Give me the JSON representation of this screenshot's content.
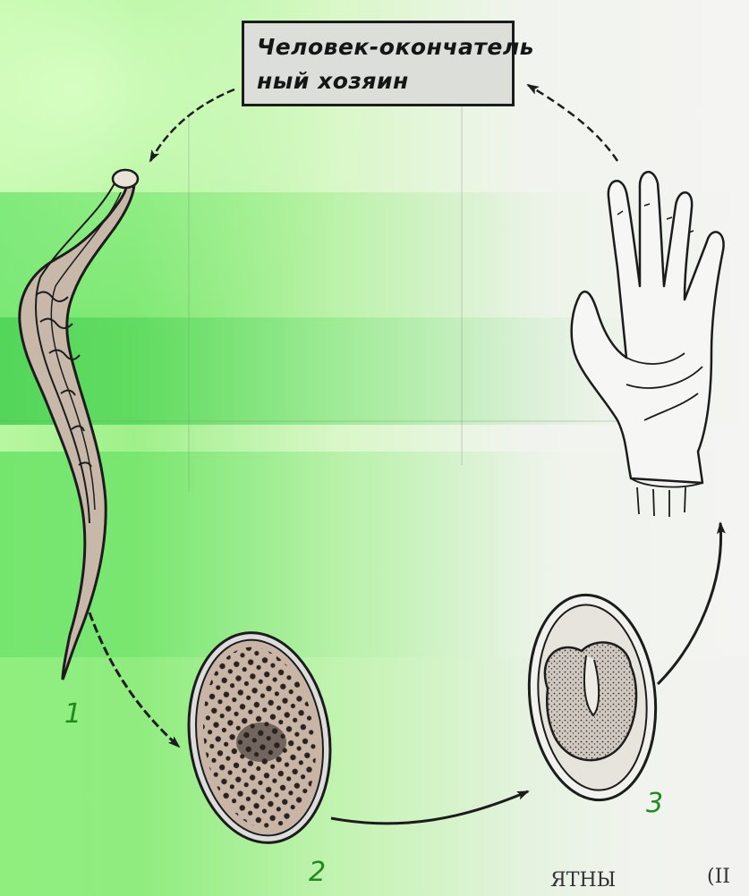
{
  "title_box": {
    "line1": "Человек-окончатель",
    "line2": "ный хозяин"
  },
  "stages": [
    {
      "number": "1",
      "depicts": "worm"
    },
    {
      "number": "2",
      "depicts": "egg"
    },
    {
      "number": "3",
      "depicts": "larval-egg"
    }
  ],
  "bottom_text": {
    "left": "ЯТНЫ",
    "right": "(II"
  },
  "colors": {
    "label_green": "#1f8a1f",
    "background_green": "#9ff08a",
    "ink": "#1c1c1c",
    "egg_fill": "#c9b5a6"
  }
}
